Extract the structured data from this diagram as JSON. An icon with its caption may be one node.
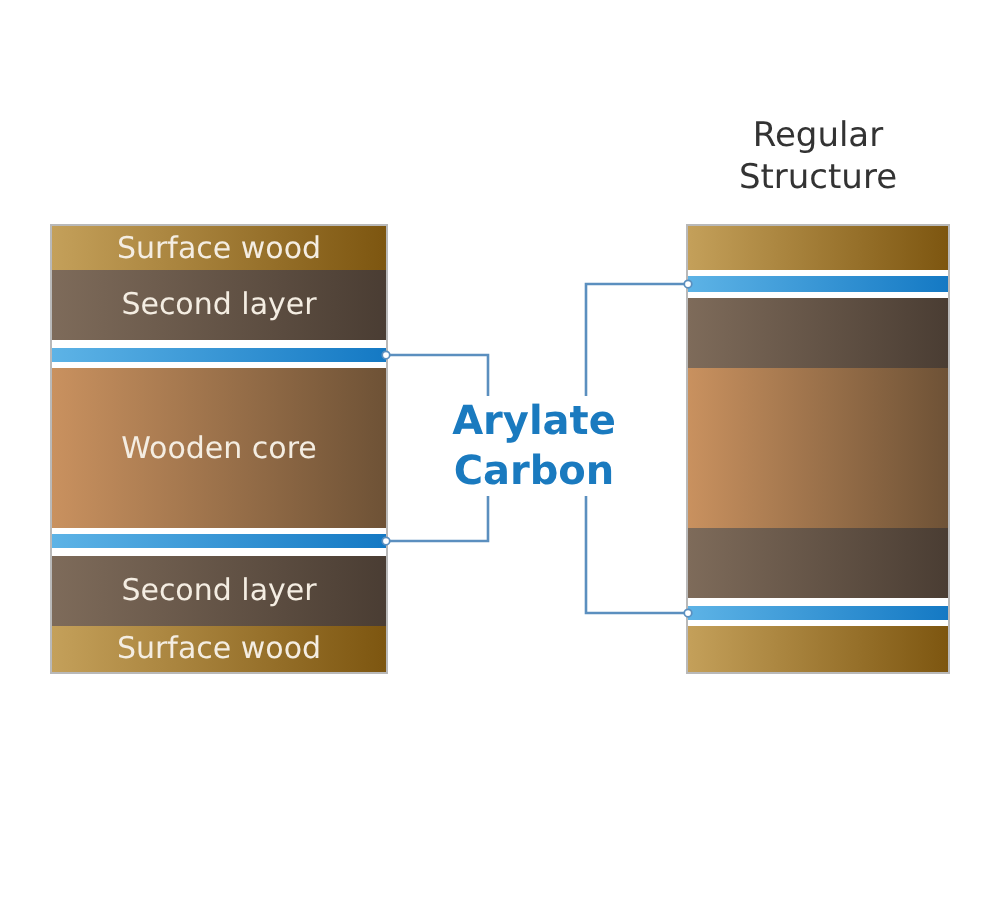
{
  "diagram": {
    "nodes": [
      {
        "text": [],
        "shape": "box"
      },
      {
        "text": [
          "Surface wood"
        ],
        "in": 0
      },
      {
        "text": [
          "Second layer"
        ],
        "in": 0
      },
      {
        "text": [],
        "shape": "bar",
        "in": 0
      },
      {
        "text": [
          "Wooden core"
        ],
        "in": 0
      },
      {
        "text": [],
        "shape": "bar",
        "in": 0
      },
      {
        "text": [
          "Second layer"
        ],
        "in": 0
      },
      {
        "text": [
          "Surface wood"
        ],
        "in": 0
      },
      {
        "text": [
          "Arylate Carbon"
        ]
      },
      {
        "text": [
          "Regular Structure"
        ]
      },
      {
        "text": [],
        "shape": "bar",
        "in": 9
      },
      {
        "text": [],
        "shape": "bar",
        "in": 9
      },
      {
        "text": [],
        "shape": "bar",
        "in": 9
      },
      {
        "text": [],
        "shape": "bar",
        "in": 9
      },
      {
        "text": [],
        "shape": "bar",
        "in": 9
      },
      {
        "text": [],
        "shape": "bar",
        "in": 9
      },
      {
        "text": [],
        "shape": "bar",
        "in": 9
      }
    ],
    "edges": [
      {
        "from": 8,
        "to": 3,
        "arrow": "other"
      },
      {
        "from": 8,
        "to": 5,
        "arrow": "other"
      },
      {
        "from": 8,
        "to": 11,
        "arrow": "other"
      },
      {
        "from": 8,
        "to": 15,
        "arrow": "other"
      }
    ]
  }
}
